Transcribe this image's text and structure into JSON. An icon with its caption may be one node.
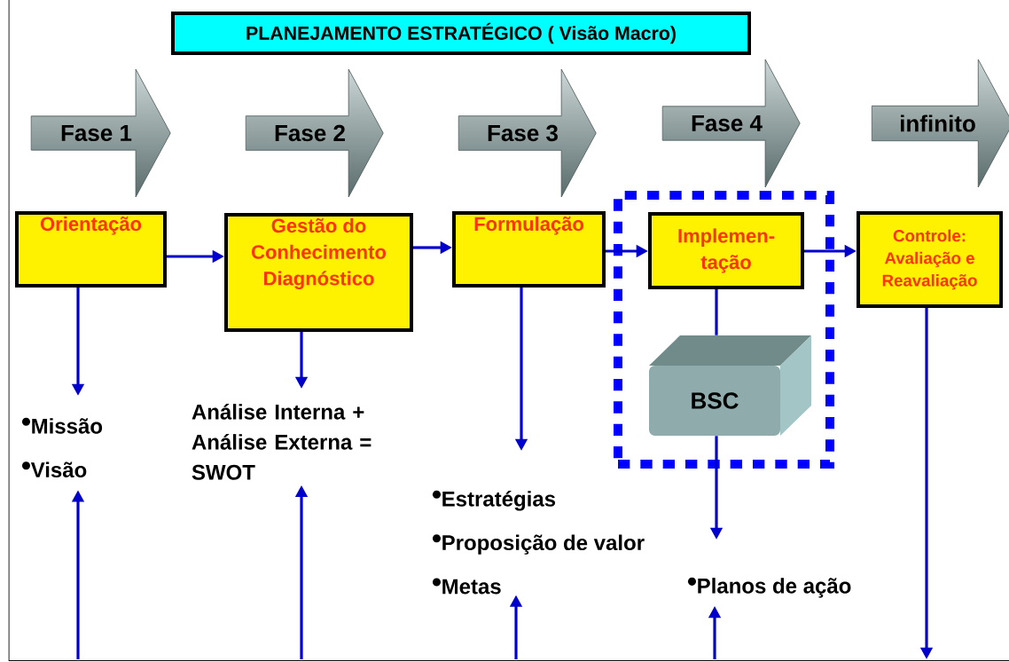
{
  "diagram": {
    "nodes": [
      {
        "text": [
          "PLANEJAMENTO ESTRATÉGICO ( Visão Macro)"
        ]
      },
      {
        "text": [
          "Fase 1"
        ]
      },
      {
        "text": [
          "Fase 2"
        ]
      },
      {
        "text": [
          "Fase 3"
        ]
      },
      {
        "text": [
          "Fase 4"
        ]
      },
      {
        "text": [
          "infinito"
        ]
      },
      {
        "text": [
          "Orientação"
        ]
      },
      {
        "text": [
          "Gestão do Conhecimento Diagnóstico"
        ]
      },
      {
        "text": [
          "Formulação"
        ]
      },
      {
        "text": [],
        "shape": "box"
      },
      {
        "text": [
          "Implemen- tação"
        ],
        "in": 9
      },
      {
        "text": [
          "BSC"
        ],
        "in": 9
      },
      {
        "text": [
          "Controle: Avaliação e Reavaliação"
        ]
      },
      {
        "text": [
          "Missão",
          "Visão"
        ]
      },
      {
        "text": [
          "Análise Interna + Análise Externa = SWOT"
        ]
      },
      {
        "text": [
          "Estratégias",
          "Proposição de valor",
          "Metas"
        ]
      },
      {
        "text": [
          "Planos de ação"
        ]
      }
    ],
    "edges": [
      {
        "from": 6,
        "to": 7,
        "arrow": "to"
      },
      {
        "from": 7,
        "to": 8,
        "arrow": "to"
      },
      {
        "from": 8,
        "to": 10,
        "arrow": "to"
      },
      {
        "from": 10,
        "to": 12,
        "arrow": "to"
      },
      {
        "from": 6,
        "to": 13,
        "arrow": "to"
      },
      {
        "from": 7,
        "to": 14,
        "arrow": "to"
      },
      {
        "from": 8,
        "to": 15,
        "arrow": "to"
      },
      {
        "from": 10,
        "to": 11,
        "arrow": "none"
      },
      {
        "from": 11,
        "to": 16,
        "arrow": "to"
      },
      {
        "from": 12,
        "to": null,
        "arrow": "to"
      },
      {
        "from": null,
        "to": 13,
        "arrow": "to"
      },
      {
        "from": null,
        "to": 14,
        "arrow": "to"
      },
      {
        "from": null,
        "to": 15,
        "arrow": "to"
      },
      {
        "from": null,
        "to": 16,
        "arrow": "to"
      }
    ]
  }
}
